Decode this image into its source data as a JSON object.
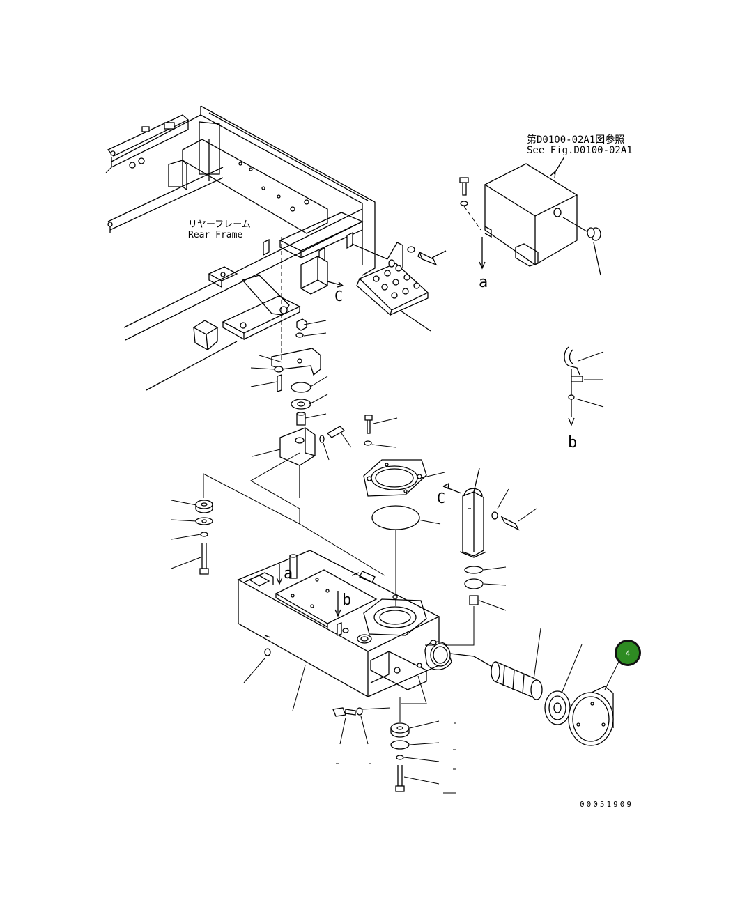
{
  "reference": {
    "jp": "第D0100-02A1図参照",
    "en": "See Fig.D0100-02A1"
  },
  "rear_frame": {
    "jp": "リヤーフレーム",
    "en": "Rear Frame"
  },
  "view_letters": {
    "a_top": "a",
    "a_tank": "a",
    "b_dipstick": "b",
    "b_tank": "b",
    "c_frame": "C",
    "c_pipe": "C"
  },
  "hotspot": {
    "label": "4",
    "color": "#2e8b22"
  },
  "drawing_number": "00051909"
}
